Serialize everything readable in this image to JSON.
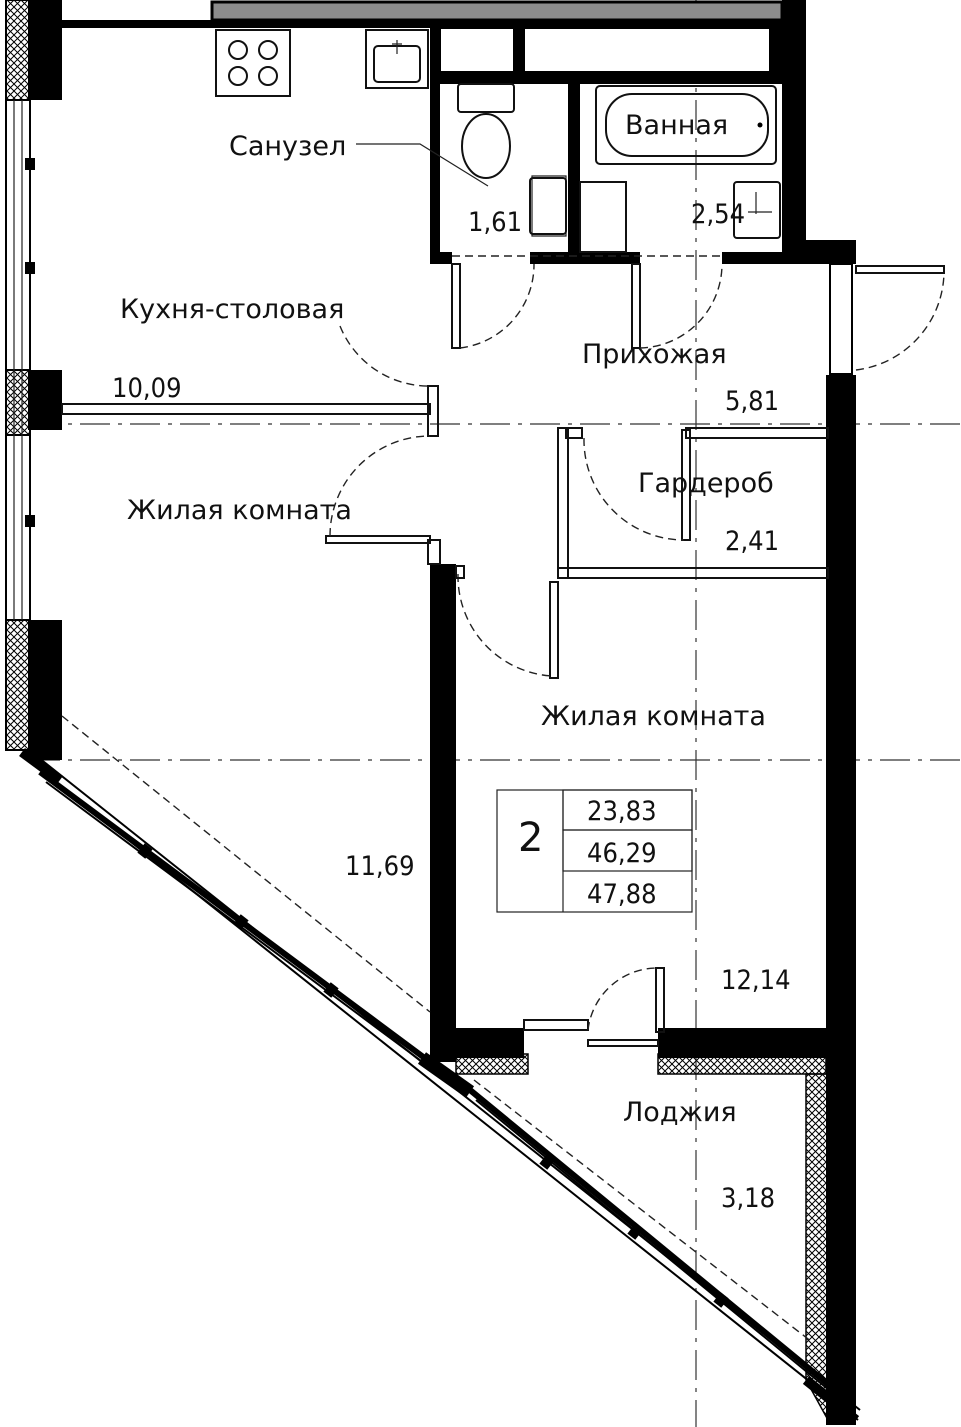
{
  "rooms": {
    "sanuzel": {
      "label": "Санузел",
      "area": "1,61"
    },
    "vannaya": {
      "label": "Ванная",
      "area": "2,54"
    },
    "kitchen": {
      "label": "Кухня-столовая",
      "area": "10,09"
    },
    "hall": {
      "label": "Прихожая",
      "area": "5,81"
    },
    "wardrobe": {
      "label": "Гардероб",
      "area": "2,41"
    },
    "living1": {
      "label": "Жилая комната",
      "area": "11,69"
    },
    "living2": {
      "label": "Жилая комната",
      "area": "12,14"
    },
    "loggia": {
      "label": "Лоджия",
      "area": "3,18"
    }
  },
  "summary": {
    "rooms_count": "2",
    "living_area": "23,83",
    "total_area": "46,29",
    "total_with_loggia": "47,88"
  },
  "colors": {
    "wall": "#000000",
    "background": "#ffffff",
    "ledge": "#8c8c8c"
  }
}
